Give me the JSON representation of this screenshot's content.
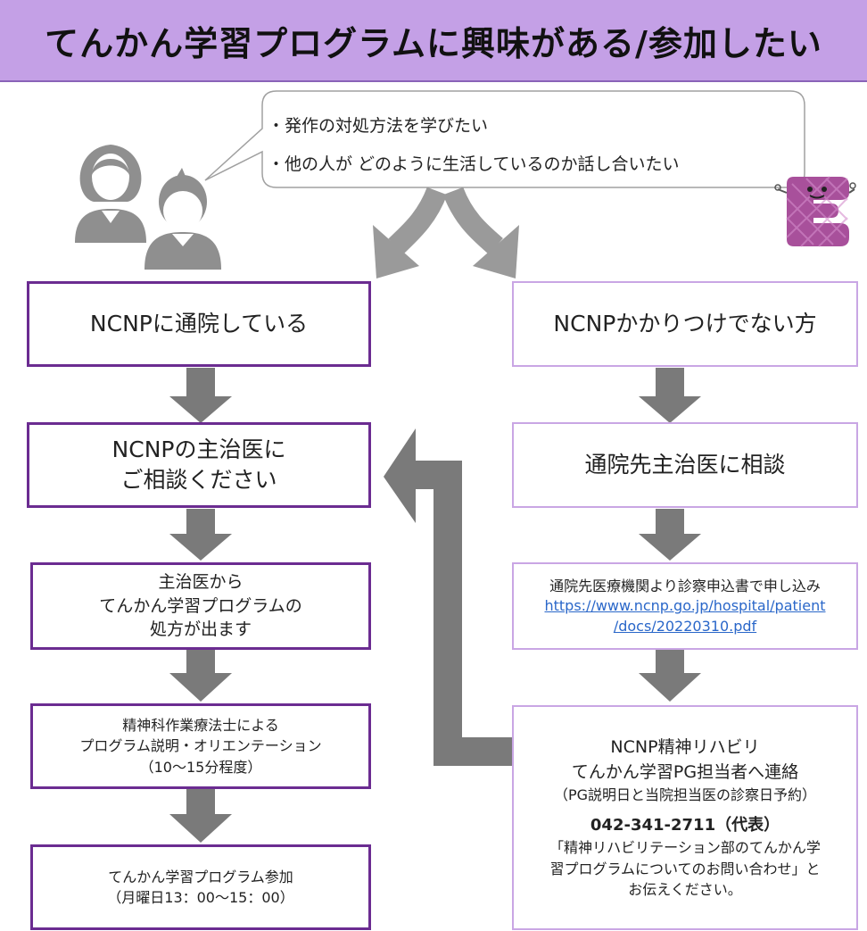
{
  "header": {
    "title": "てんかん学習プログラムに興味がある/参加したい",
    "color": "#c4a0e6"
  },
  "speech_bubble": {
    "lines": [
      "・発作の対処方法を学びたい",
      "・他の人が どのように生活しているのか話し合いたい"
    ]
  },
  "left_flow": {
    "step1": "NCNPに通院している",
    "step2": [
      "NCNPの主治医に",
      "ご相談ください"
    ],
    "step3": [
      "主治医から",
      "てんかん学習プログラムの",
      "処方が出ます"
    ],
    "step4": [
      "精神科作業療法士による",
      "プログラム説明・オリエンテーション",
      "（10〜15分程度）"
    ],
    "step5": [
      "てんかん学習プログラム参加",
      "（月曜日13：00〜15：00）"
    ]
  },
  "right_flow": {
    "step1": "NCNPかかりつけでない方",
    "step2": "通院先主治医に相談",
    "step3": {
      "text": "通院先医療機関より診察申込書で申し込み",
      "link_line1": "https://www.ncnp.go.jp/hospital/patient",
      "link_line2": "/docs/20220310.pdf"
    },
    "step4": {
      "line1": "NCNP精神リハビリ",
      "line2": "てんかん学習PG担当者へ連絡",
      "note": "（PG説明日と当院担当医の診察日予約）",
      "phone": "042-341-2711（代表）",
      "msg1": "「精神リハビリテーション部のてんかん学",
      "msg2": "習プログラムについてのお問い合わせ」と",
      "msg3": "お伝えください。"
    }
  },
  "colors": {
    "dark_border": "#6b2c91",
    "light_border": "#c9a6e4",
    "arrow": "#7a7a7a",
    "link": "#2a67c9"
  }
}
